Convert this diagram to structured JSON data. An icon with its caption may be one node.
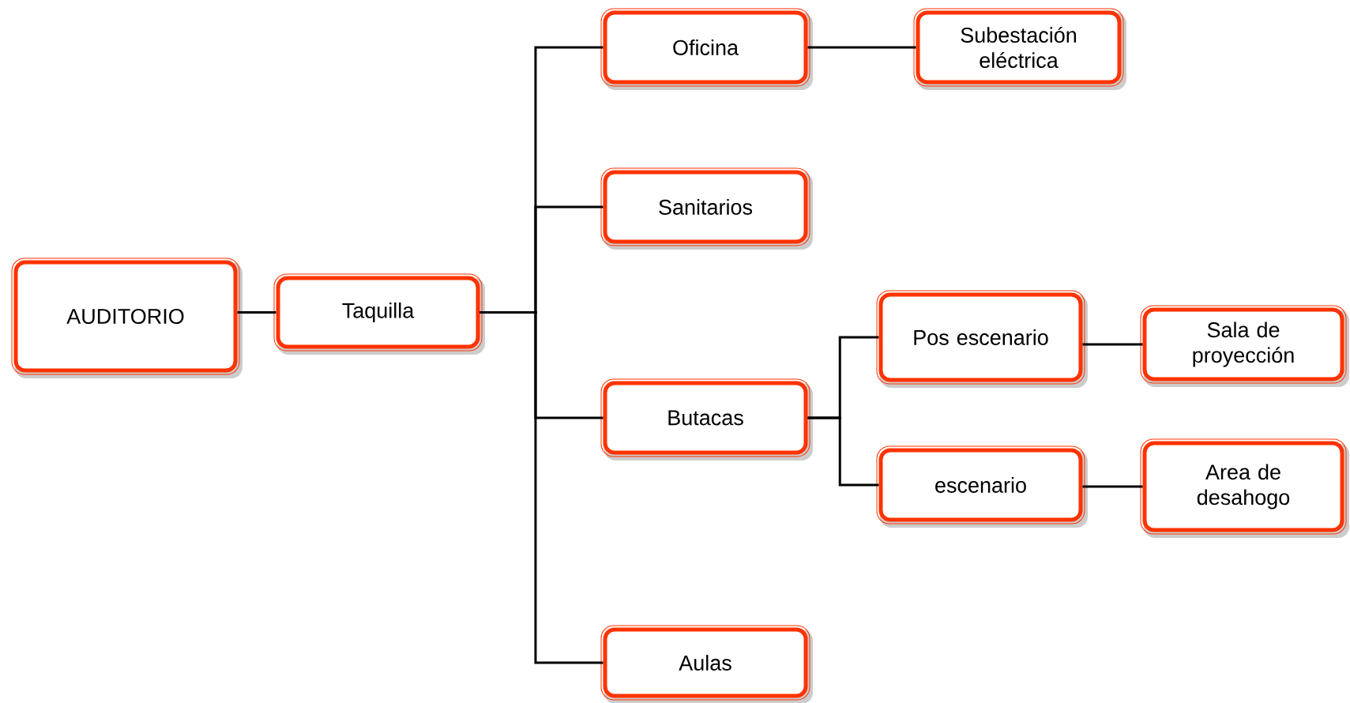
{
  "diagram": {
    "nodes": [
      {
        "text": [
          "AUDITORIO"
        ]
      },
      {
        "text": [
          "Taquilla"
        ]
      },
      {
        "text": [
          "Oficina"
        ]
      },
      {
        "text": [
          "Subestación eléctrica"
        ]
      },
      {
        "text": [
          "Sanitarios"
        ]
      },
      {
        "text": [
          "Butacas"
        ]
      },
      {
        "text": [
          "Pos escenario"
        ]
      },
      {
        "text": [
          "Sala de proyección"
        ]
      },
      {
        "text": [
          "escenario"
        ]
      },
      {
        "text": [
          "Area de desahogo"
        ]
      },
      {
        "text": [
          "Aulas"
        ]
      }
    ],
    "edges": [
      {
        "from": 0,
        "to": 1,
        "arrow": "none"
      },
      {
        "from": 1,
        "to": 2,
        "arrow": "none"
      },
      {
        "from": 1,
        "to": 4,
        "arrow": "none"
      },
      {
        "from": 1,
        "to": 5,
        "arrow": "none"
      },
      {
        "from": 1,
        "to": 10,
        "arrow": "none"
      },
      {
        "from": 2,
        "to": 3,
        "arrow": "none"
      },
      {
        "from": 5,
        "to": 6,
        "arrow": "none"
      },
      {
        "from": 5,
        "to": 8,
        "arrow": "none"
      },
      {
        "from": 6,
        "to": 7,
        "arrow": "none"
      },
      {
        "from": 8,
        "to": 9,
        "arrow": "none"
      }
    ]
  }
}
